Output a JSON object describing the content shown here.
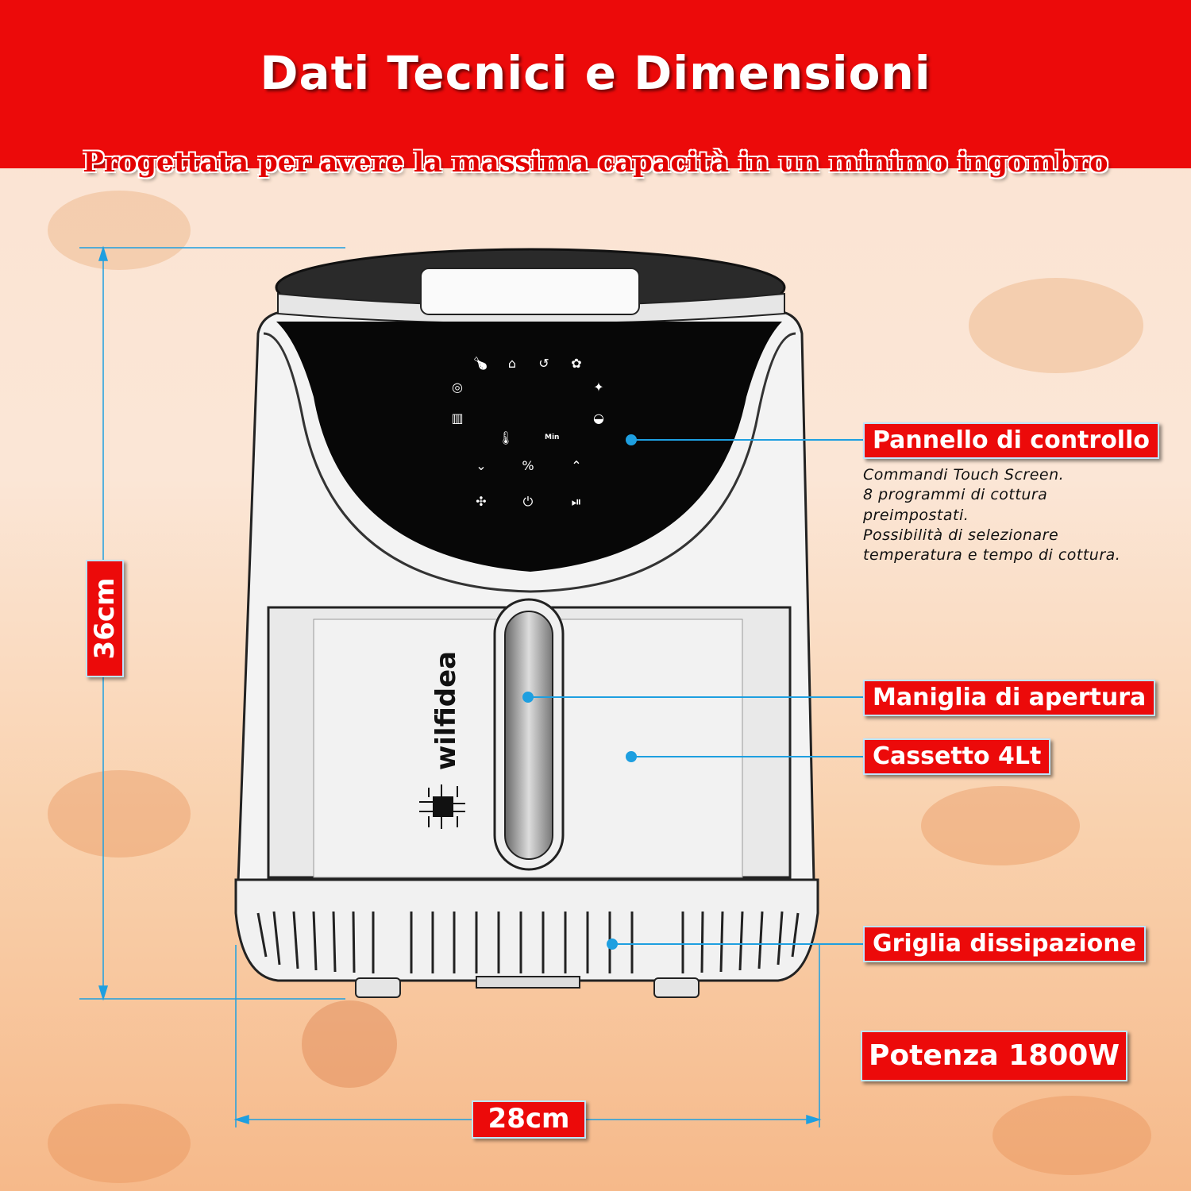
{
  "header": {
    "title": "Dati Tecnici e Dimensioni",
    "subtitle": "Progettata per avere la massima capacità in un minimo ingombro"
  },
  "product": {
    "brand": "wilfidea",
    "panel_timer_label": "Min"
  },
  "callouts": {
    "control_panel": {
      "label": "Pannello di controllo",
      "description": [
        "Commandi Touch Screen.",
        "8 programmi di cottura",
        "preimpostati.",
        "Possibilità di selezionare",
        "temperatura e tempo di cottura."
      ]
    },
    "handle": "Maniglia di apertura",
    "drawer": "Cassetto 4Lt",
    "vent": "Griglia dissipazione",
    "power": "Potenza 1800W"
  },
  "dimensions": {
    "height": "36cm",
    "width": "28cm"
  },
  "colors": {
    "accent_red": "#ec0a0a",
    "callout_line": "#1e9fe0"
  }
}
